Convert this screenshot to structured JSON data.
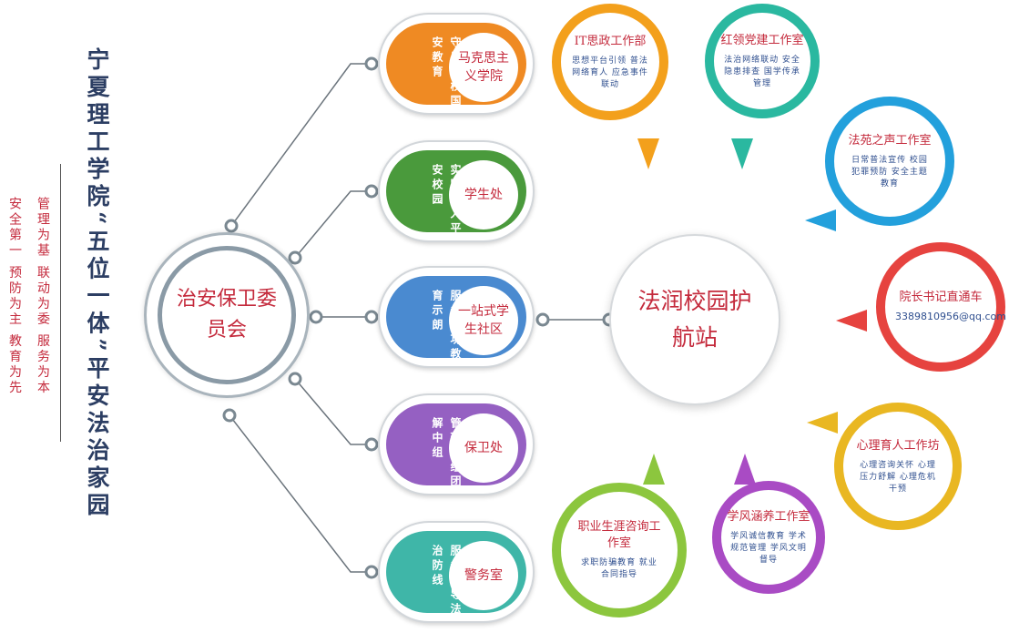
{
  "title": "宁夏理工学院“五位一体”平安法治家园",
  "mottos": {
    "column_1": "管理为基 联动为委 服务为本",
    "column_2": "安全第一 预防为主 教育为先"
  },
  "hub": {
    "label": "治安保卫委员会"
  },
  "departments": [
    {
      "name": "马克思主义学院",
      "motto": "守风考校国安教育",
      "color": "#ef8a23"
    },
    {
      "name": "学生处",
      "motto": "实践育人平安校园",
      "color": "#4a9a3c"
    },
    {
      "name": "一站式学生社区",
      "motto": "服务育功教育示朗",
      "color": "#4a8ad0"
    },
    {
      "name": "保卫处",
      "motto": "管理组组团解中组",
      "color": "#9560c2"
    },
    {
      "name": "警务室",
      "motto": "服务指导法治防线",
      "color": "#3fb6a8"
    }
  ],
  "station": {
    "label": "法润校园护航站"
  },
  "studios": [
    {
      "name": "IT思政工作部",
      "desc": "思想平台引领 普法网络育人 应急事件联动",
      "color": "#f3a01c"
    },
    {
      "name": "红领党建工作室",
      "desc": "法治网络联动 安全隐患排查 国学传承管理",
      "color": "#2ab8a0"
    },
    {
      "name": "法苑之声工作室",
      "desc": "日常普法宣传 校园犯罪预防 安全主题教育",
      "color": "#23a0dc"
    },
    {
      "name": "院长书记直通车",
      "contact": "3389810956@qq.com",
      "color": "#e6433f"
    },
    {
      "name": "心理育人工作坊",
      "desc": "心理咨询关怀 心理压力舒解 心理危机干预",
      "color": "#e9b722"
    },
    {
      "name": "学风涵养工作室",
      "desc": "学风诚信教育 学术规范管理 学风文明督导",
      "color": "#a94bc4"
    },
    {
      "name": "职业生涯咨询工作室",
      "desc": "求职防骗教育 就业合同指导",
      "color": "#8cc63e"
    }
  ]
}
